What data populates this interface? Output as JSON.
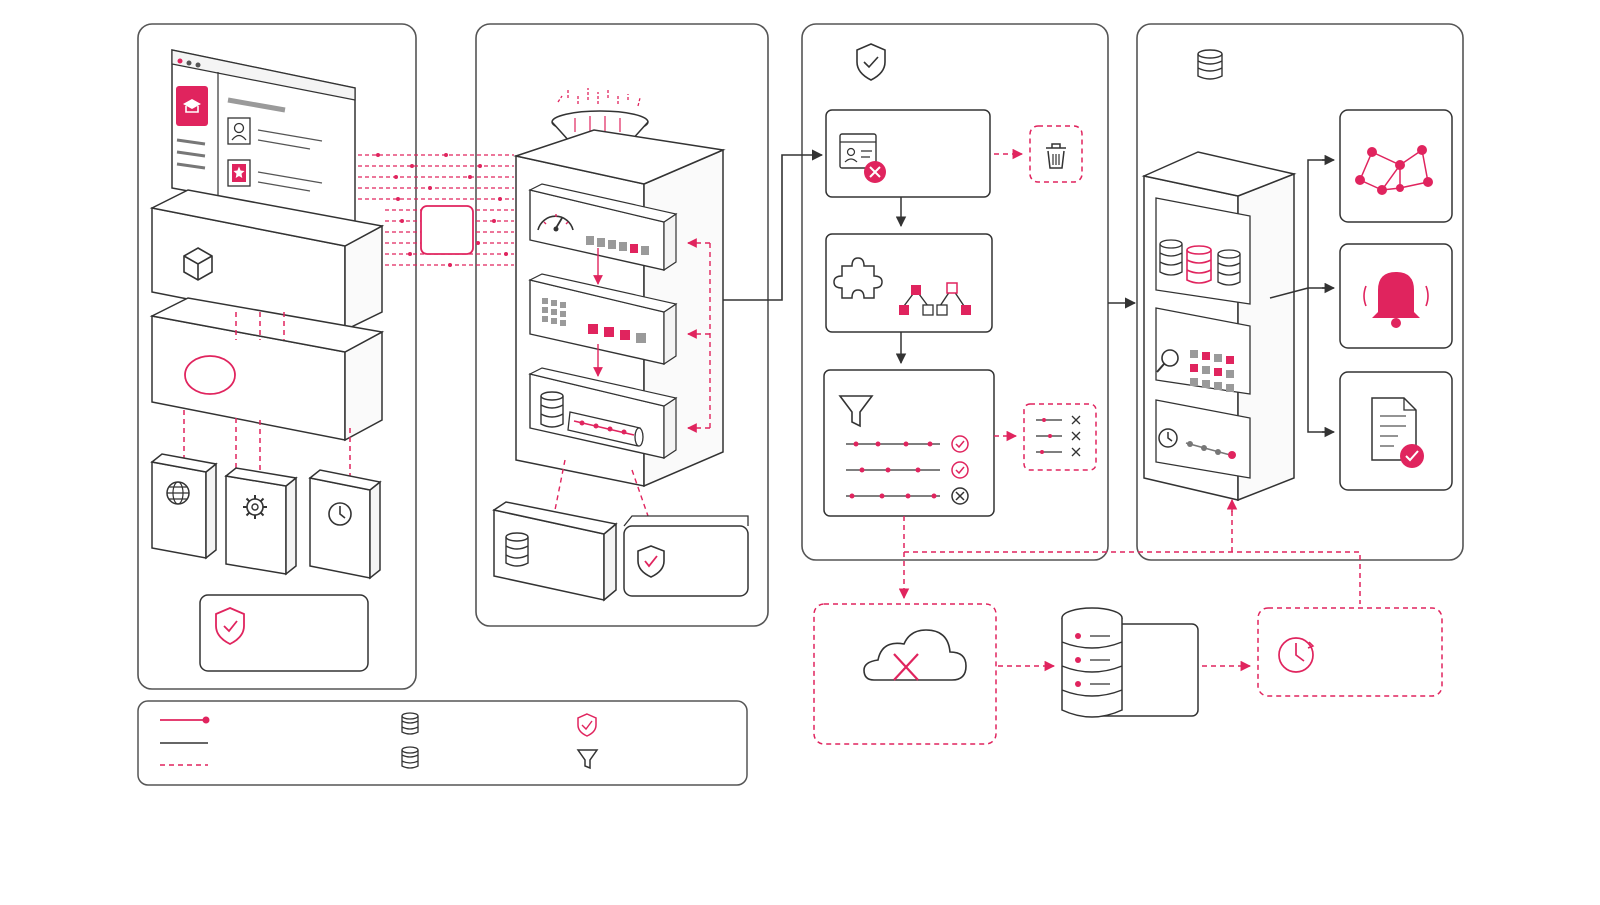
{
  "diagram": {
    "kind": "data-pipeline-architecture",
    "colors": {
      "accent": "#e0245e",
      "stroke": "#333333",
      "panel_stroke": "#555555",
      "muted": "#9a9a9a",
      "background": "#ffffff"
    },
    "panels": [
      {
        "id": "sources",
        "icons": [
          "browser-window-icon",
          "graduation-cap-icon",
          "user-icon",
          "star-icon",
          "cube-icon",
          "globe-icon",
          "gear-icon",
          "clock-icon",
          "shield-check-icon"
        ]
      },
      {
        "id": "ingestion",
        "icons": [
          "funnel-icon",
          "gauge-icon",
          "grid-icon",
          "database-icon",
          "database-icon",
          "shield-check-icon"
        ]
      },
      {
        "id": "validation",
        "icons": [
          "shield-check-icon",
          "id-card-reject-icon",
          "trash-icon",
          "puzzle-icon",
          "node-flow-icon",
          "filter-icon",
          "list-review-icon"
        ]
      },
      {
        "id": "storage",
        "icons": [
          "database-icon",
          "search-icon",
          "clock-icon",
          "graph-network-icon",
          "bell-icon",
          "document-check-icon"
        ]
      }
    ],
    "error_path": {
      "icons": [
        "cloud-error-icon",
        "database-server-icon",
        "retry-clock-icon"
      ]
    },
    "legend": {
      "line_types": [
        "accent-line-with-dot",
        "solid-line",
        "dashed-accent-line"
      ],
      "icons": [
        "database-icon",
        "database-icon",
        "shield-check-icon",
        "filter-icon"
      ]
    }
  }
}
